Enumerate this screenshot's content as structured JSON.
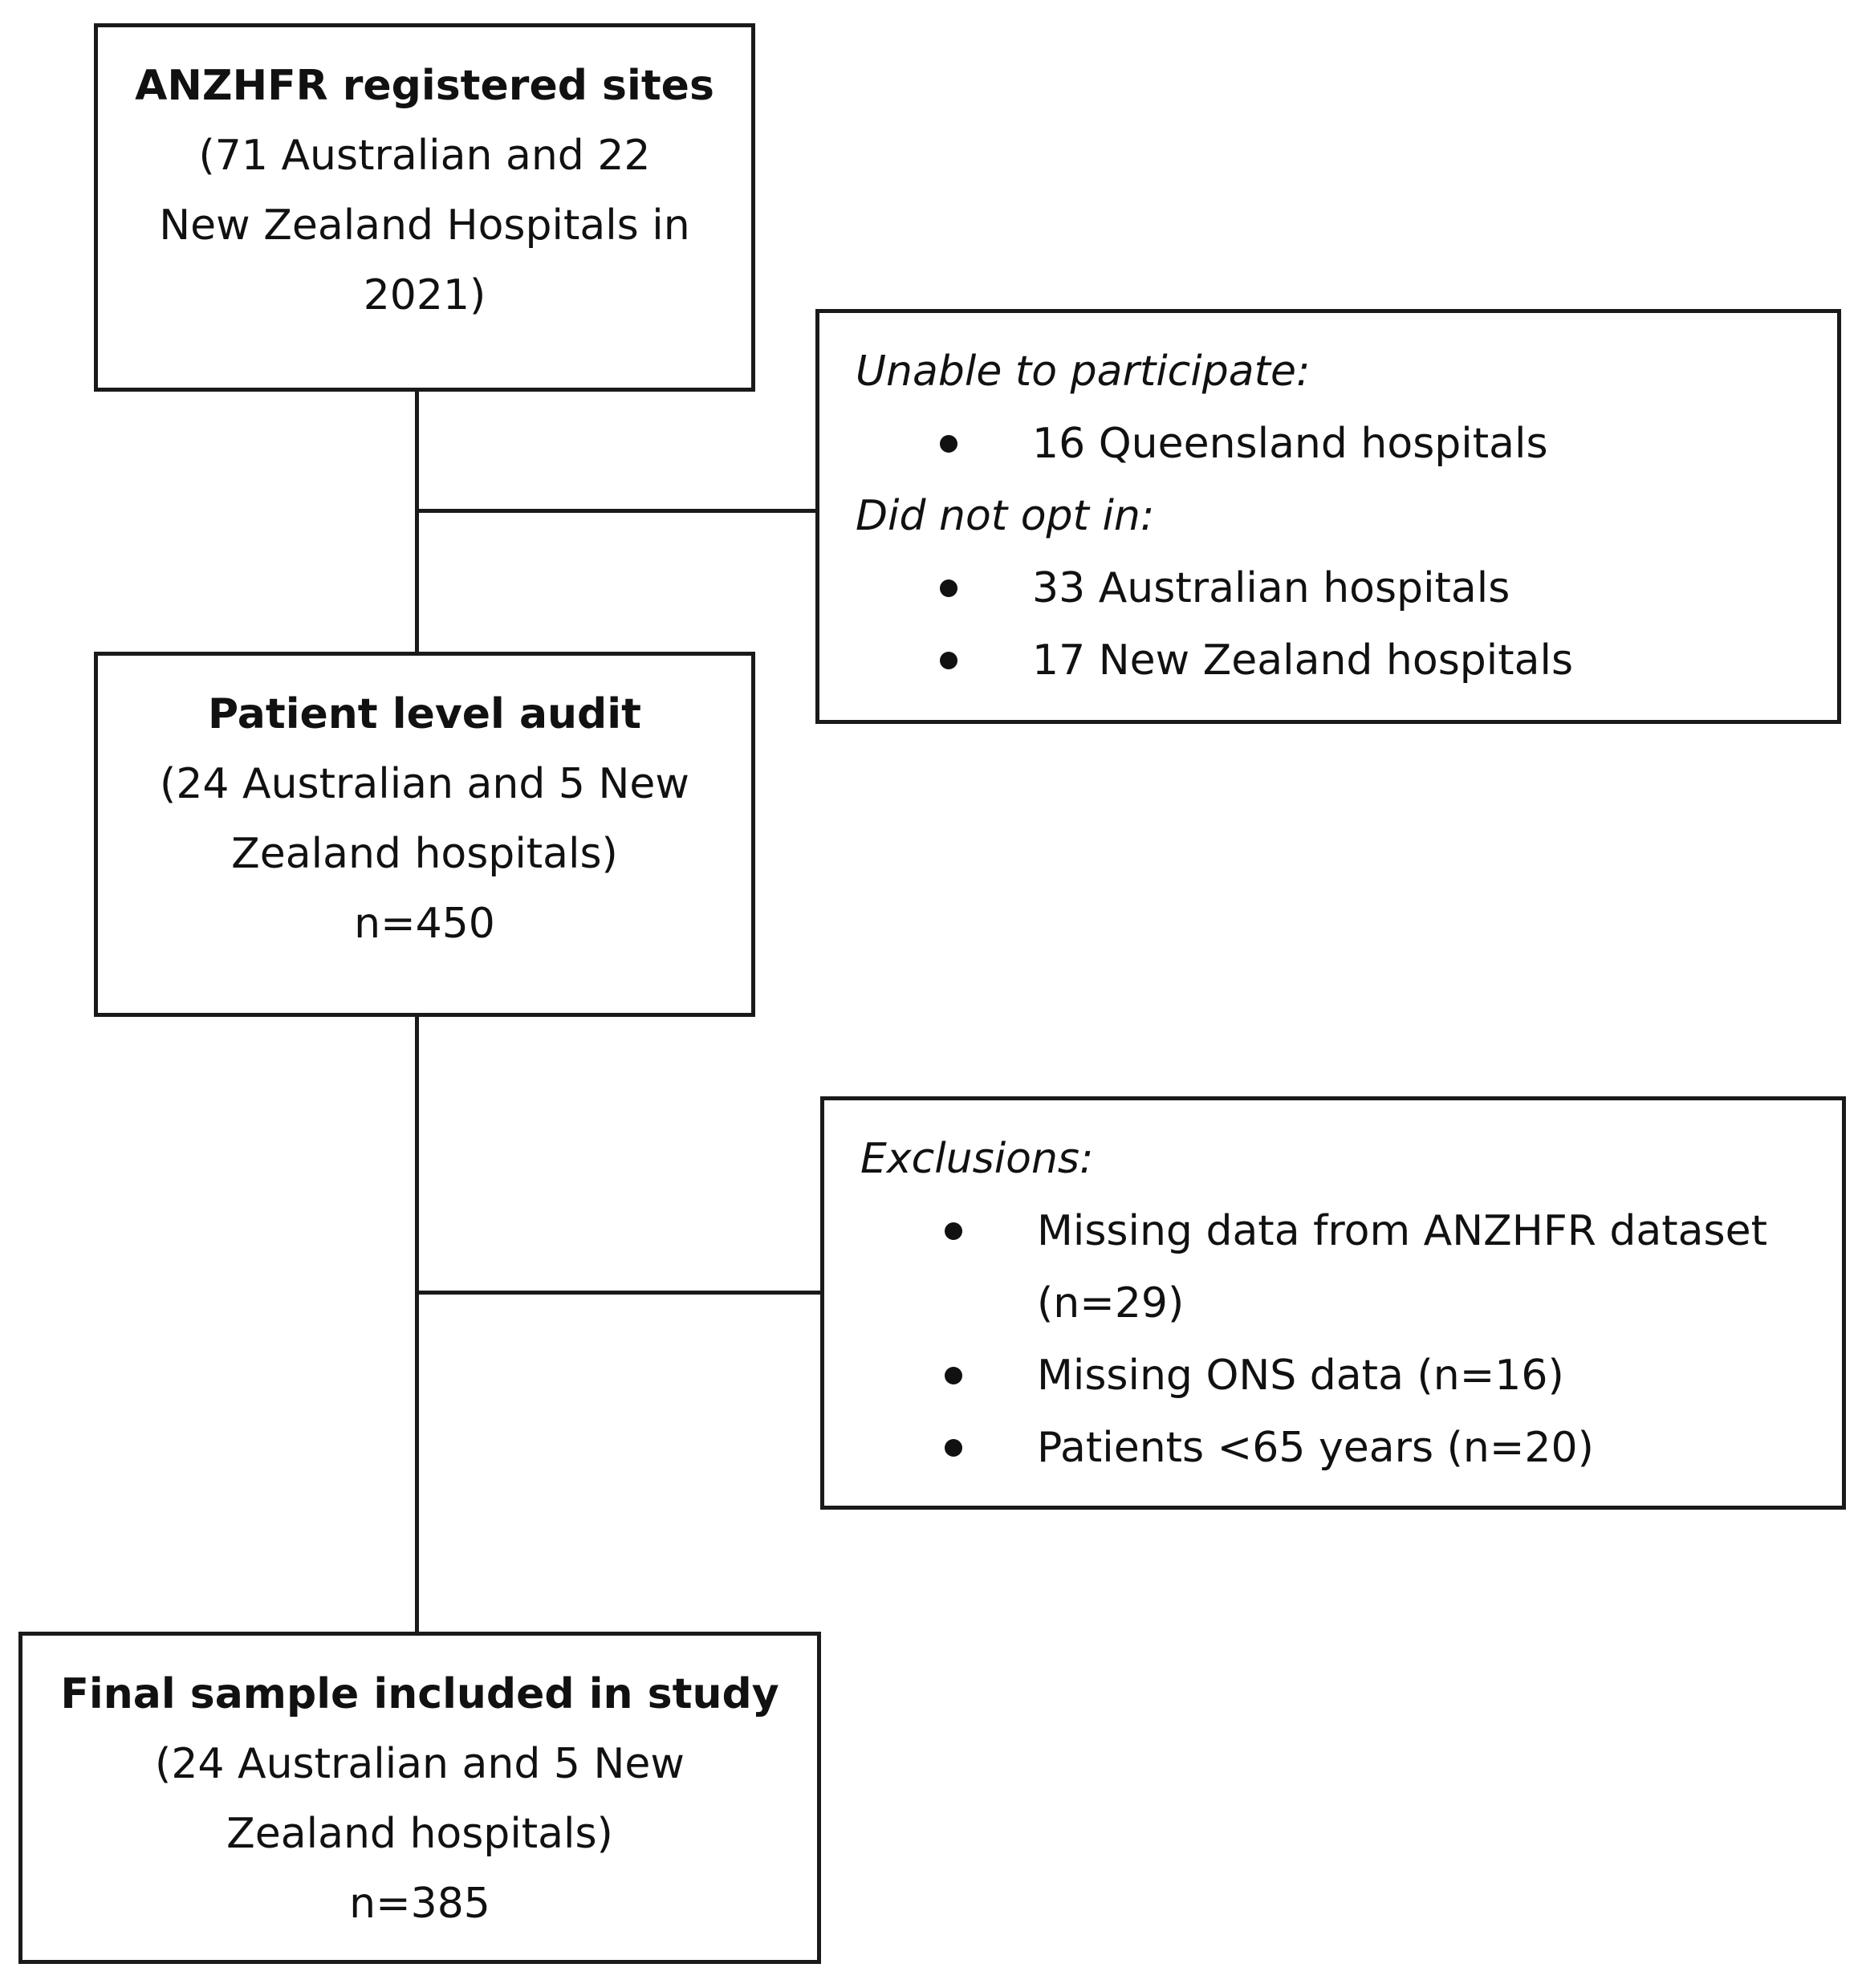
{
  "boxes": {
    "registered_sites": {
      "title": "ANZHFR registered sites",
      "lines": [
        "(71 Australian and 22",
        "New Zealand Hospitals in",
        "2021)"
      ]
    },
    "patient_audit": {
      "title": "Patient level audit",
      "lines": [
        "(24 Australian and 5 New",
        "Zealand hospitals)",
        "n=450"
      ]
    },
    "final_sample": {
      "title": "Final sample included in study",
      "lines": [
        "(24 Australian and 5 New",
        "Zealand hospitals)",
        "n=385"
      ]
    }
  },
  "side_boxes": {
    "non_participation": {
      "unable_heading": "Unable to participate:",
      "unable_items": [
        "16 Queensland hospitals"
      ],
      "optout_heading": "Did not opt in:",
      "optout_items": [
        "33 Australian hospitals",
        "17 New Zealand hospitals"
      ]
    },
    "exclusions": {
      "heading": "Exclusions:",
      "items": [
        [
          "Missing data from ANZHFR dataset",
          "(n=29)"
        ],
        [
          "Missing ONS data (n=16)"
        ],
        [
          "Patients <65 years (n=20)"
        ]
      ]
    }
  }
}
